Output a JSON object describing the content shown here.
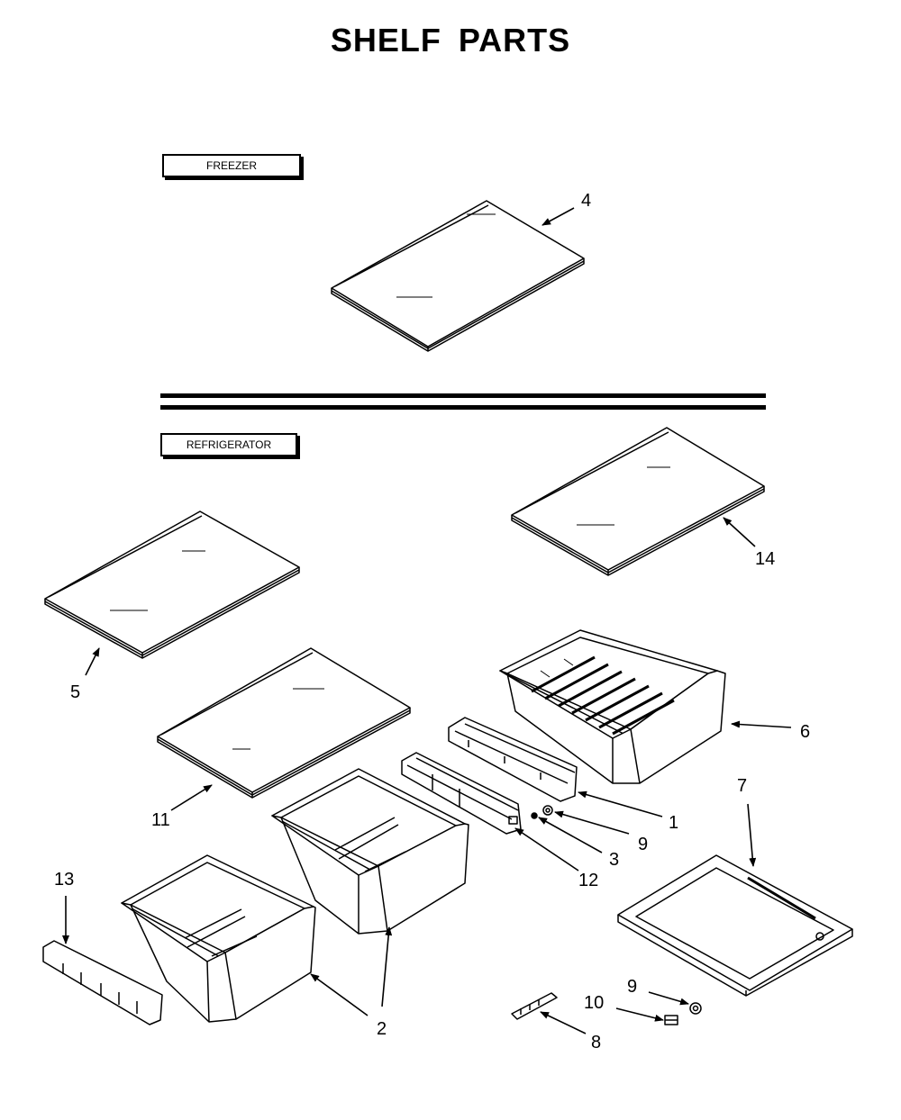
{
  "title": "SHELF PARTS",
  "sections": {
    "freezer": "FREEZER",
    "refrigerator": "REFRIGERATOR"
  },
  "callouts": {
    "c1": "1",
    "c2": "2",
    "c3": "3",
    "c4": "4",
    "c5": "5",
    "c6": "6",
    "c7": "7",
    "c8": "8",
    "c9a": "9",
    "c9b": "9",
    "c10": "10",
    "c11": "11",
    "c12": "12",
    "c13": "13",
    "c14": "14"
  }
}
